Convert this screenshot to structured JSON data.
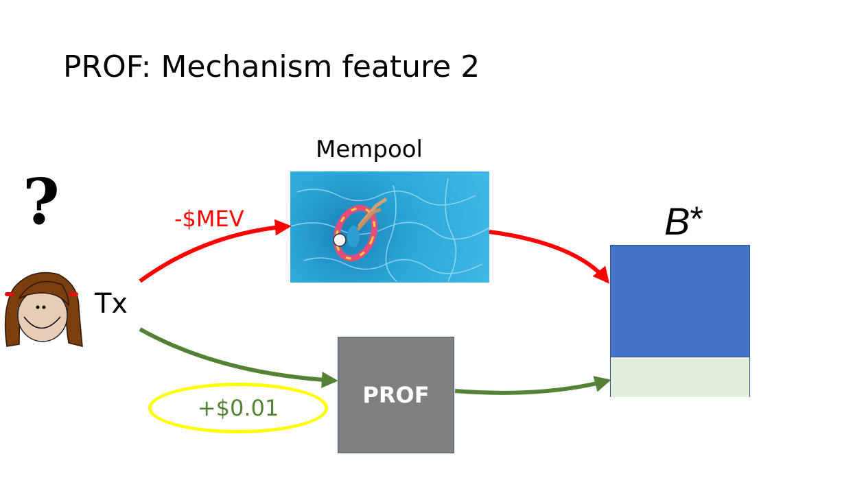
{
  "slide": {
    "title": "PROF: Mechanism feature 2",
    "mempool_label": "Mempool",
    "question_mark": "?",
    "tx_label": "Tx",
    "mev_label": "-$MEV",
    "prof_label": "PROF",
    "fee_label": "+$0.01",
    "block_label": "B",
    "block_label_suffix": "*"
  },
  "colors": {
    "red_arrow": "#ff0000",
    "green_arrow": "#548235",
    "highlight": "#ffff00",
    "block_blue": "#4472c4",
    "block_green": "#e2efda",
    "prof_gray": "#808080"
  }
}
